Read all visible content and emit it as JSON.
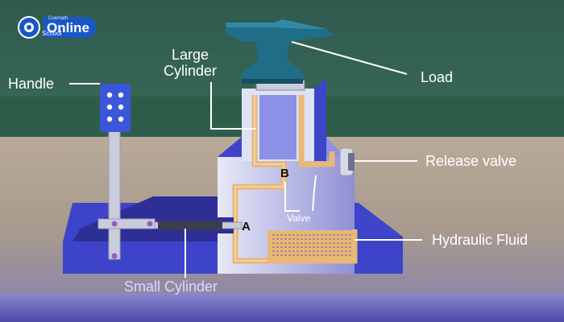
{
  "brand": {
    "tagline": "Cuemath",
    "name": "Online",
    "sub": "School"
  },
  "labels": {
    "handle": "Handle",
    "large_cylinder_line1": "Large",
    "large_cylinder_line2": "Cylinder",
    "load": "Load",
    "release_valve": "Release valve",
    "hydraulic_fluid": "Hydraulic Fluid",
    "small_cylinder": "Small Cylinder",
    "valve": "Valve",
    "point_a": "A",
    "point_b": "B"
  },
  "colors": {
    "body_blue": "#3d44c9",
    "body_dark": "#2d2f96",
    "fluid": "#e8b877",
    "metal": "#c9ccd9",
    "anvil": "#1f6d87",
    "handle_blue": "#3b56d8"
  }
}
